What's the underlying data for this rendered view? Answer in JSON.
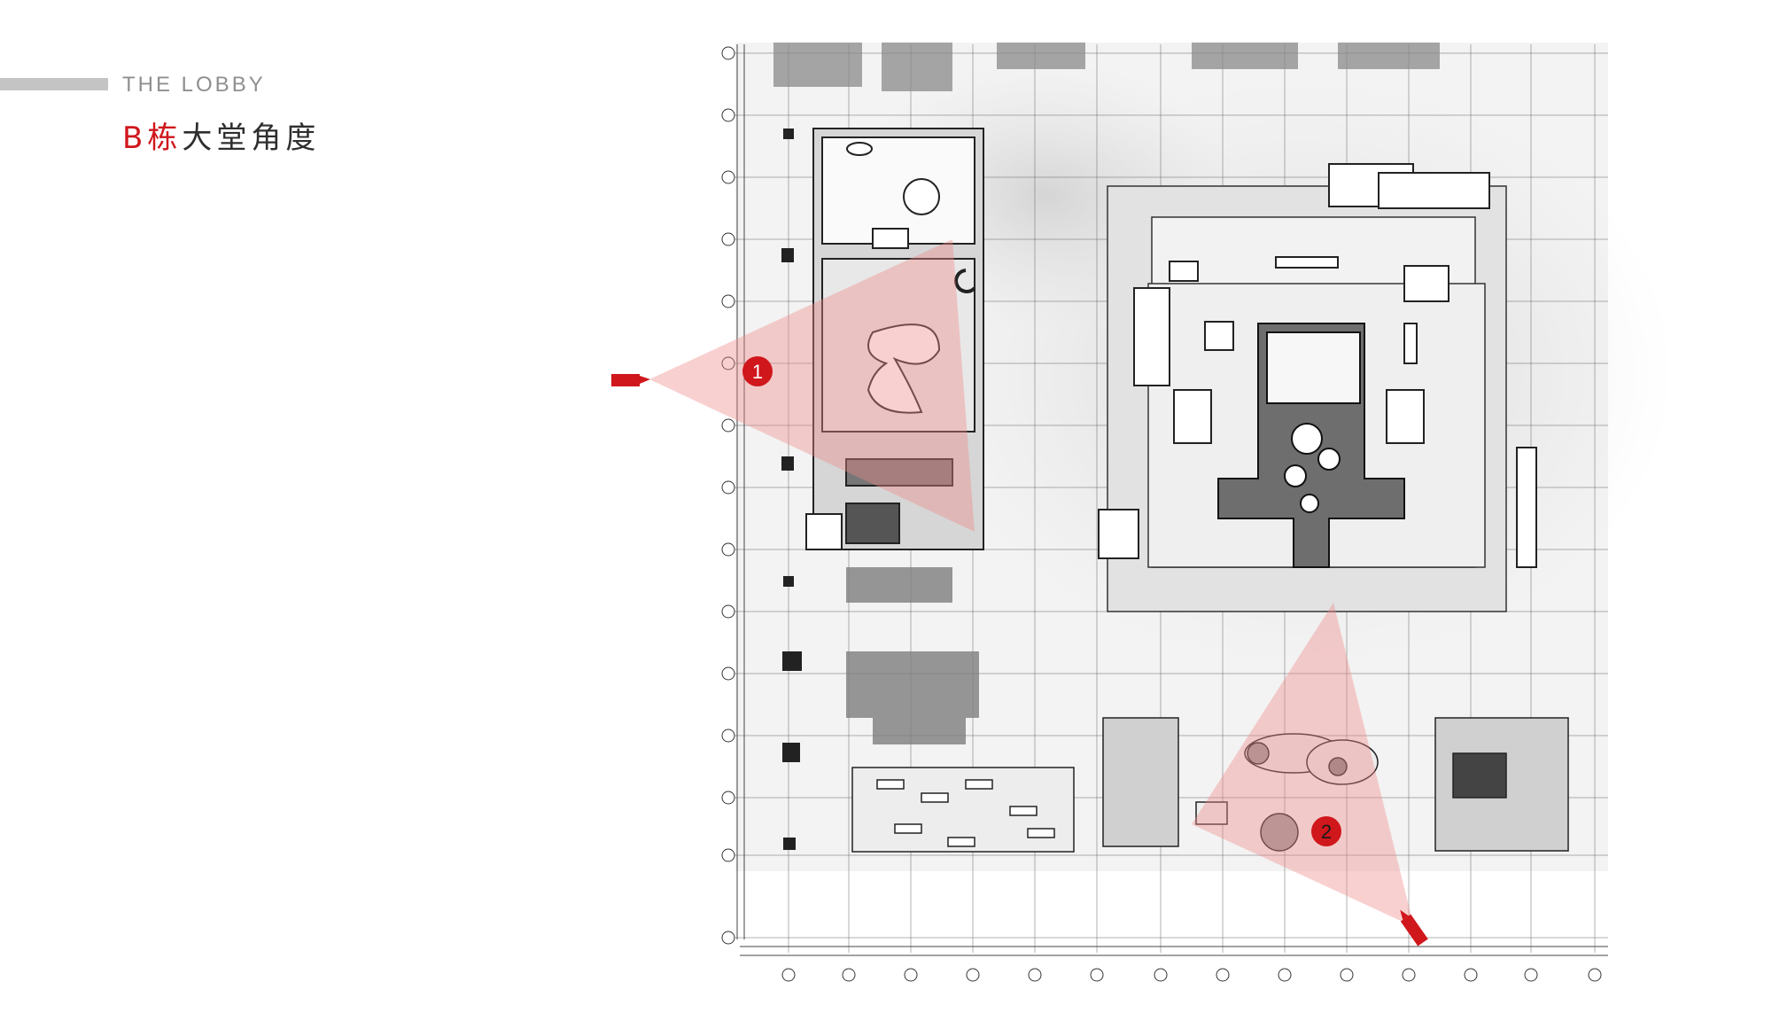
{
  "header": {
    "subtitle": "THE LOBBY",
    "title_accent": "B栋",
    "title_rest": "大堂角度"
  },
  "viewpoints": [
    {
      "label": "1"
    },
    {
      "label": "2"
    }
  ],
  "colors": {
    "accent": "#d0171c",
    "view_cone": "#f08a8a",
    "plan_ink": "#333333",
    "header_bar": "#c4c4c4"
  }
}
